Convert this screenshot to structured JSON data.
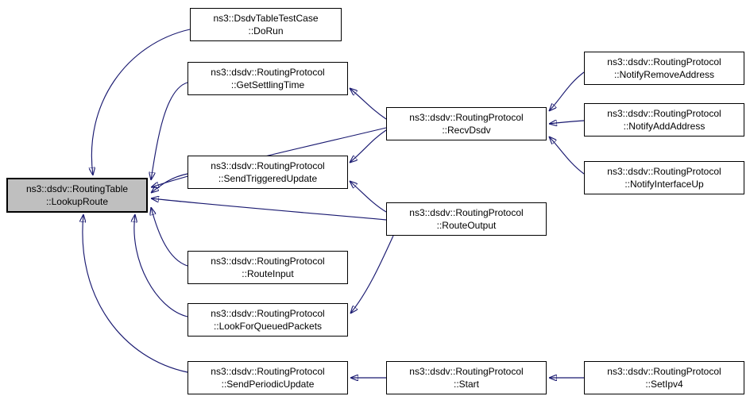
{
  "diagram_type": "doxygen-call-graph",
  "colors": {
    "edge": "#191970",
    "node_background": "#ffffff",
    "node_border": "#000000",
    "highlight_background": "#bfbfbf",
    "text": "#000000",
    "page_background": "#ffffff"
  },
  "nodes": {
    "lookup_route": {
      "line1": "ns3::dsdv::RoutingTable",
      "line2": "::LookupRoute",
      "highlighted": true
    },
    "do_run": {
      "line1": "ns3::DsdvTableTestCase",
      "line2": "::DoRun",
      "highlighted": false
    },
    "get_settling_time": {
      "line1": "ns3::dsdv::RoutingProtocol",
      "line2": "::GetSettlingTime",
      "highlighted": false
    },
    "send_triggered_update": {
      "line1": "ns3::dsdv::RoutingProtocol",
      "line2": "::SendTriggeredUpdate",
      "highlighted": false
    },
    "route_input": {
      "line1": "ns3::dsdv::RoutingProtocol",
      "line2": "::RouteInput",
      "highlighted": false
    },
    "look_for_queued_packets": {
      "line1": "ns3::dsdv::RoutingProtocol",
      "line2": "::LookForQueuedPackets",
      "highlighted": false
    },
    "send_periodic_update": {
      "line1": "ns3::dsdv::RoutingProtocol",
      "line2": "::SendPeriodicUpdate",
      "highlighted": false
    },
    "recv_dsdv": {
      "line1": "ns3::dsdv::RoutingProtocol",
      "line2": "::RecvDsdv",
      "highlighted": false
    },
    "route_output": {
      "line1": "ns3::dsdv::RoutingProtocol",
      "line2": "::RouteOutput",
      "highlighted": false
    },
    "start": {
      "line1": "ns3::dsdv::RoutingProtocol",
      "line2": "::Start",
      "highlighted": false
    },
    "notify_remove_address": {
      "line1": "ns3::dsdv::RoutingProtocol",
      "line2": "::NotifyRemoveAddress",
      "highlighted": false
    },
    "notify_add_address": {
      "line1": "ns3::dsdv::RoutingProtocol",
      "line2": "::NotifyAddAddress",
      "highlighted": false
    },
    "notify_interface_up": {
      "line1": "ns3::dsdv::RoutingProtocol",
      "line2": "::NotifyInterfaceUp",
      "highlighted": false
    },
    "set_ipv4": {
      "line1": "ns3::dsdv::RoutingProtocol",
      "line2": "::SetIpv4",
      "highlighted": false
    }
  },
  "edges": [
    {
      "from": "do_run",
      "to": "lookup_route"
    },
    {
      "from": "get_settling_time",
      "to": "lookup_route"
    },
    {
      "from": "recv_dsdv",
      "to": "lookup_route"
    },
    {
      "from": "send_triggered_update",
      "to": "lookup_route"
    },
    {
      "from": "route_output",
      "to": "lookup_route"
    },
    {
      "from": "route_input",
      "to": "lookup_route"
    },
    {
      "from": "look_for_queued_packets",
      "to": "lookup_route"
    },
    {
      "from": "send_periodic_update",
      "to": "lookup_route"
    },
    {
      "from": "recv_dsdv",
      "to": "get_settling_time"
    },
    {
      "from": "recv_dsdv",
      "to": "send_triggered_update"
    },
    {
      "from": "route_output",
      "to": "send_triggered_update"
    },
    {
      "from": "route_output",
      "to": "look_for_queued_packets"
    },
    {
      "from": "notify_remove_address",
      "to": "recv_dsdv"
    },
    {
      "from": "notify_add_address",
      "to": "recv_dsdv"
    },
    {
      "from": "notify_interface_up",
      "to": "recv_dsdv"
    },
    {
      "from": "start",
      "to": "send_periodic_update"
    },
    {
      "from": "set_ipv4",
      "to": "start"
    }
  ]
}
